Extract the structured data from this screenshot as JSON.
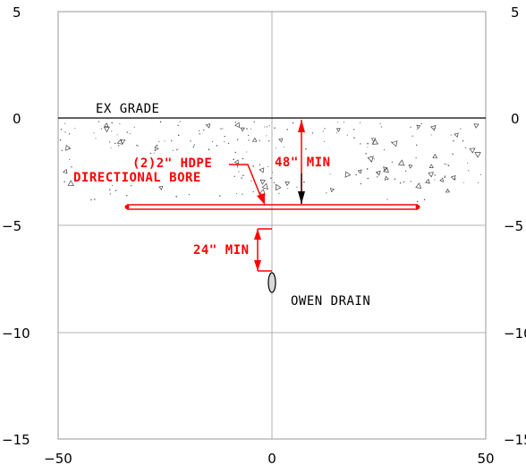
{
  "axes": {
    "x_ticks": [
      "−50",
      "0",
      "50"
    ],
    "y_ticks_left": [
      "5",
      "0",
      "−5",
      "−10",
      "−15"
    ],
    "y_ticks_right": [
      "5",
      "0",
      "−5",
      "−10",
      "−15"
    ]
  },
  "labels": {
    "ex_grade": "EX GRADE",
    "hdpe_line1": "(2)2\" HDPE",
    "hdpe_line2": "DIRECTIONAL BORE",
    "clearance_48": "48\" MIN",
    "clearance_24": "24\" MIN",
    "owen_drain": "OWEN DRAIN"
  },
  "colors": {
    "annotation": "#ff0000",
    "grid": "#b0b0b0",
    "grade": "#000000"
  },
  "diagram": {
    "x_range": [
      -50,
      50
    ],
    "y_range": [
      -15,
      5
    ],
    "ground_surface_y": 0,
    "bore_y": -4.2,
    "bore_x": [
      -34,
      34
    ],
    "drain_x": 0,
    "drain_y": -7.7
  }
}
